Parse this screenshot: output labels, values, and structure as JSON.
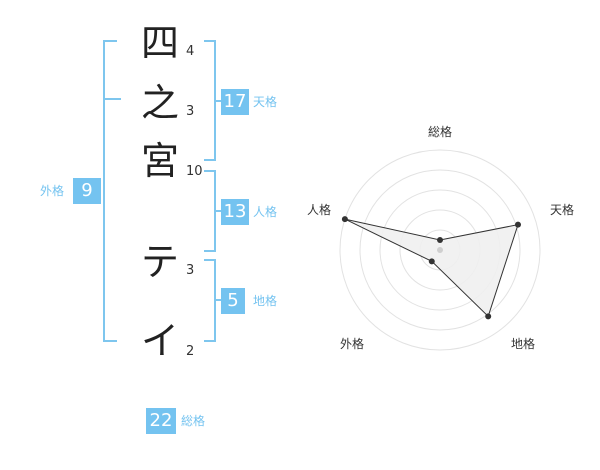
{
  "name_chars": [
    {
      "char": "四",
      "strokes": "4"
    },
    {
      "char": "之",
      "strokes": "3"
    },
    {
      "char": "宮",
      "strokes": "10"
    },
    {
      "char": "テ",
      "strokes": "3"
    },
    {
      "char": "イ",
      "strokes": "2"
    }
  ],
  "scores": {
    "tenkaku": {
      "value": "17",
      "label": "天格"
    },
    "jinkaku": {
      "value": "13",
      "label": "人格"
    },
    "chikaku": {
      "value": "5",
      "label": "地格"
    },
    "gaikaku": {
      "value": "9",
      "label": "外格"
    },
    "soukaku": {
      "value": "22",
      "label": "総格"
    }
  },
  "colors": {
    "accent": "#74c3f0",
    "bracket": "#7ec6ee",
    "radar_fill": "#efefef",
    "radar_line": "#333333"
  },
  "radar": {
    "axes": [
      "総格",
      "天格",
      "地格",
      "外格",
      "人格"
    ],
    "levels": 5,
    "values": [
      0.1,
      0.82,
      0.82,
      0.14,
      1.0
    ]
  }
}
